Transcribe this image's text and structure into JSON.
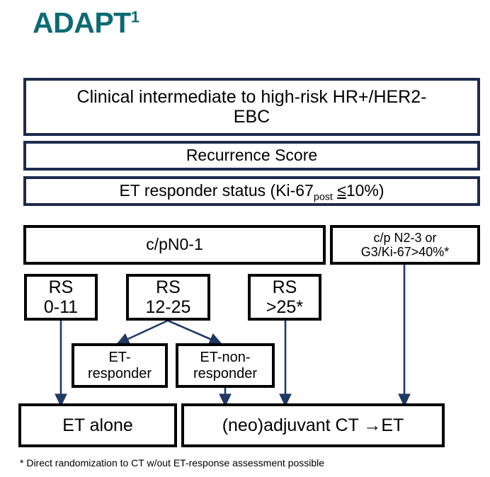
{
  "header": {
    "title": "ADAPT",
    "title_superscript": "1",
    "title_color": "#0C6B73"
  },
  "colors": {
    "box_border_navy": "#1F2B4D",
    "box_border_black": "#000000",
    "arrow": "#1F3864",
    "background": "#FFFFFF",
    "text": "#000000"
  },
  "flow": {
    "population_box": {
      "line1": "Clinical intermediate to high-risk HR+/HER2-",
      "line2": "EBC"
    },
    "recurrence_score_box": {
      "label": "Recurrence Score"
    },
    "et_responder_status_box": {
      "prefix": "ET responder status (Ki-67",
      "subscript": "post",
      "suffix_operator": "≤",
      "suffix": "10%)"
    },
    "nodal_boxes": [
      {
        "label": "c/pN0-1"
      }
    ],
    "high_risk_box": {
      "line1": "c/p N2-3 or",
      "line2": "G3/Ki-67>40%*"
    },
    "rs_boxes": [
      {
        "line1": "RS",
        "line2": "0-11"
      },
      {
        "line1": "RS",
        "line2": "12-25"
      },
      {
        "line1": "RS",
        "line2": ">25*"
      }
    ],
    "et_response_boxes": [
      {
        "line1": "ET-",
        "line2": "responder"
      },
      {
        "line1": "ET-non-",
        "line2": "responder"
      }
    ],
    "treatment_boxes": [
      {
        "label": "ET alone"
      },
      {
        "label": "(neo)adjuvant CT →ET"
      }
    ]
  },
  "footnote": {
    "text": "* Direct randomization to CT w/out ET-response assessment possible"
  }
}
